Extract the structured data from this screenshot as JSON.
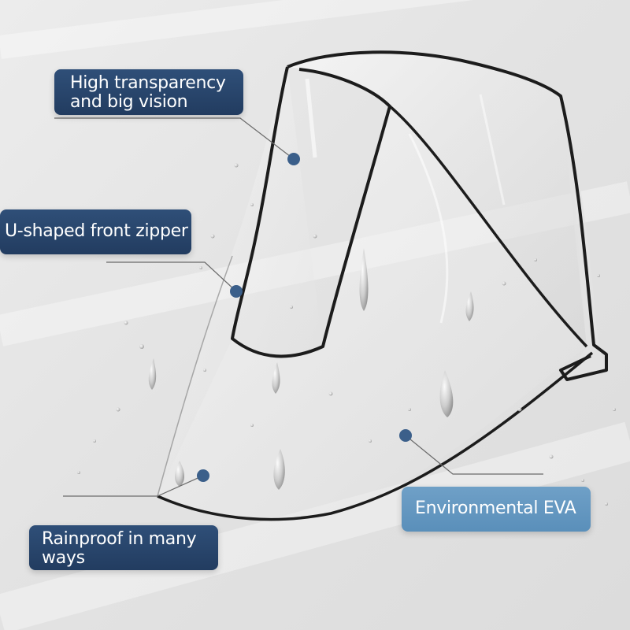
{
  "labels": {
    "transparency": {
      "line1": "High transparency",
      "line2": "and big vision"
    },
    "zipper": {
      "text": "U-shaped front zipper"
    },
    "eva": {
      "text": "Environmental EVA"
    },
    "rainproof": {
      "line1": "Rainproof in many",
      "line2": "ways"
    }
  },
  "colors": {
    "dark_label": "#2a4770",
    "light_label": "#6496c0",
    "dot": "#3b5f8a",
    "trim": "#1c1c1c",
    "background": "#e5e5e5"
  }
}
